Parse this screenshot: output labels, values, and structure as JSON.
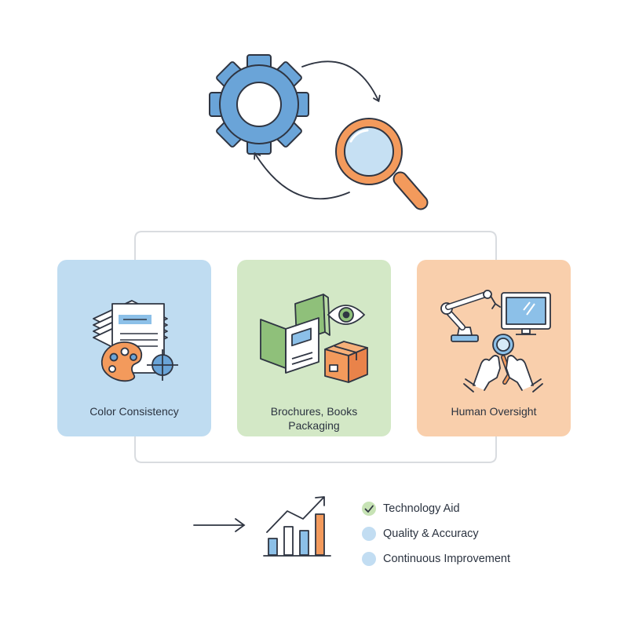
{
  "cards": [
    {
      "id": "color-consistency",
      "label_lines": [
        "Color Consistency"
      ],
      "color": "#bfdcf1"
    },
    {
      "id": "print-materials",
      "label_lines": [
        "Brochures, Books",
        "Packaging"
      ],
      "color": "#d3e8c6"
    },
    {
      "id": "human-oversight",
      "label_lines": [
        "Human Oversight"
      ],
      "color": "#f9cfac"
    }
  ],
  "legend": [
    {
      "label": "Technology Aid",
      "marker": "check",
      "color": "#c7e3b5"
    },
    {
      "label": "Quality & Accuracy",
      "marker": "dot",
      "color": "#c2ddf2"
    },
    {
      "label": "Continuous Improvement",
      "marker": "dot",
      "color": "#c2ddf2"
    }
  ],
  "icons": {
    "top": [
      "gear-icon",
      "magnifying-glass-icon",
      "cycle-arrows-icon"
    ],
    "card_color": [
      "document-stack-icon",
      "paint-palette-icon",
      "crosshair-icon"
    ],
    "card_print": [
      "open-brochure-icon",
      "book-icon",
      "eye-icon",
      "package-box-icon"
    ],
    "card_human": [
      "robot-arm-icon",
      "monitor-icon",
      "hands-with-magnifier-icon"
    ],
    "bottom": [
      "right-arrow-icon",
      "bar-chart-growth-icon"
    ]
  },
  "colors": {
    "blue": "#6aa4d8",
    "blue_light": "#c2ddf2",
    "orange": "#f39a5c",
    "green": "#8fc07a",
    "outline": "#2f3542",
    "bracket": "#d9dce0"
  }
}
